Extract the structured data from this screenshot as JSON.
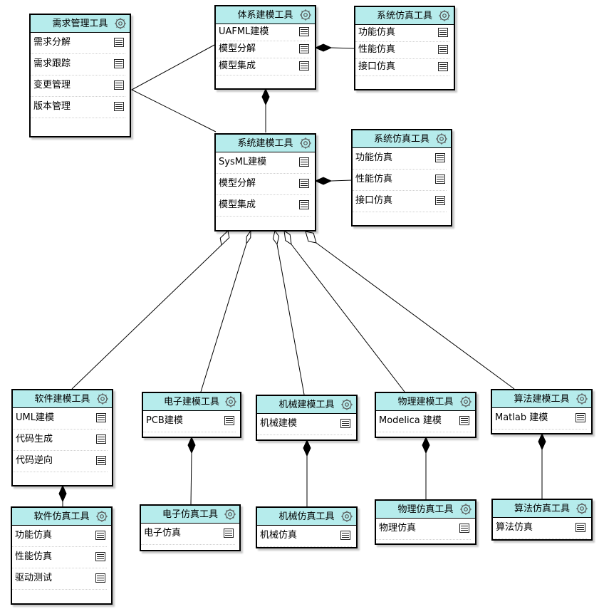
{
  "classes": {
    "req": {
      "title": "需求管理工具",
      "items": [
        "需求分解",
        "需求跟踪",
        "变更管理",
        "版本管理"
      ]
    },
    "arch": {
      "title": "体系建模工具",
      "items": [
        "UAFML建模",
        "模型分解",
        "模型集成"
      ]
    },
    "archsim": {
      "title": "系统仿真工具",
      "items": [
        "功能仿真",
        "性能仿真",
        "接口仿真"
      ]
    },
    "sys": {
      "title": "系统建模工具",
      "items": [
        "SysML建模",
        "模型分解",
        "模型集成"
      ]
    },
    "syssim": {
      "title": "系统仿真工具",
      "items": [
        "功能仿真",
        "性能仿真",
        "接口仿真"
      ]
    },
    "sw": {
      "title": "软件建模工具",
      "items": [
        "UML建模",
        "代码生成",
        "代码逆向"
      ]
    },
    "ee": {
      "title": "电子建模工具",
      "items": [
        "PCB建模"
      ]
    },
    "me": {
      "title": "机械建模工具",
      "items": [
        "机械建模"
      ]
    },
    "phy": {
      "title": "物理建模工具",
      "items": [
        "Modelica 建模"
      ]
    },
    "alg": {
      "title": "算法建模工具",
      "items": [
        "Matlab 建模"
      ]
    },
    "swsim": {
      "title": "软件仿真工具",
      "items": [
        "功能仿真",
        "性能仿真",
        "驱动测试"
      ]
    },
    "eesim": {
      "title": "电子仿真工具",
      "items": [
        "电子仿真"
      ]
    },
    "mesim": {
      "title": "机械仿真工具",
      "items": [
        "机械仿真"
      ]
    },
    "physim": {
      "title": "物理仿真工具",
      "items": [
        "物理仿真"
      ]
    },
    "algsim": {
      "title": "算法仿真工具",
      "items": [
        "算法仿真"
      ]
    }
  },
  "icons": {
    "header": "gear-icon",
    "item": "list-icon"
  },
  "colors": {
    "header_fill": "#b6ecec",
    "border": "#000000",
    "line": "#000000"
  }
}
